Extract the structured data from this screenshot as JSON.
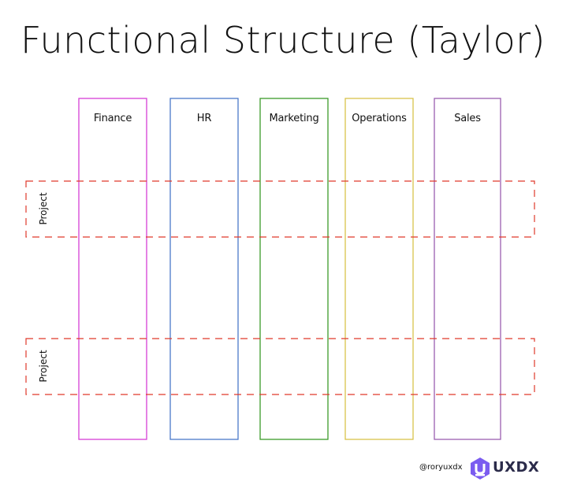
{
  "title": "Functional Structure (Taylor)",
  "columns": [
    {
      "label": "Finance",
      "color": "#d63fd6"
    },
    {
      "label": "HR",
      "color": "#4a78c9"
    },
    {
      "label": "Marketing",
      "color": "#3b9a2a"
    },
    {
      "label": "Operations",
      "color": "#d8c24a"
    },
    {
      "label": "Sales",
      "color": "#9a5fb0"
    }
  ],
  "projects": [
    {
      "label": "Project",
      "color": "#e0392b"
    },
    {
      "label": "Project",
      "color": "#e0392b"
    }
  ],
  "footer": {
    "handle": "@roryuxdx",
    "logo_text": "UXDX",
    "logo_color": "#7b5cf0"
  }
}
